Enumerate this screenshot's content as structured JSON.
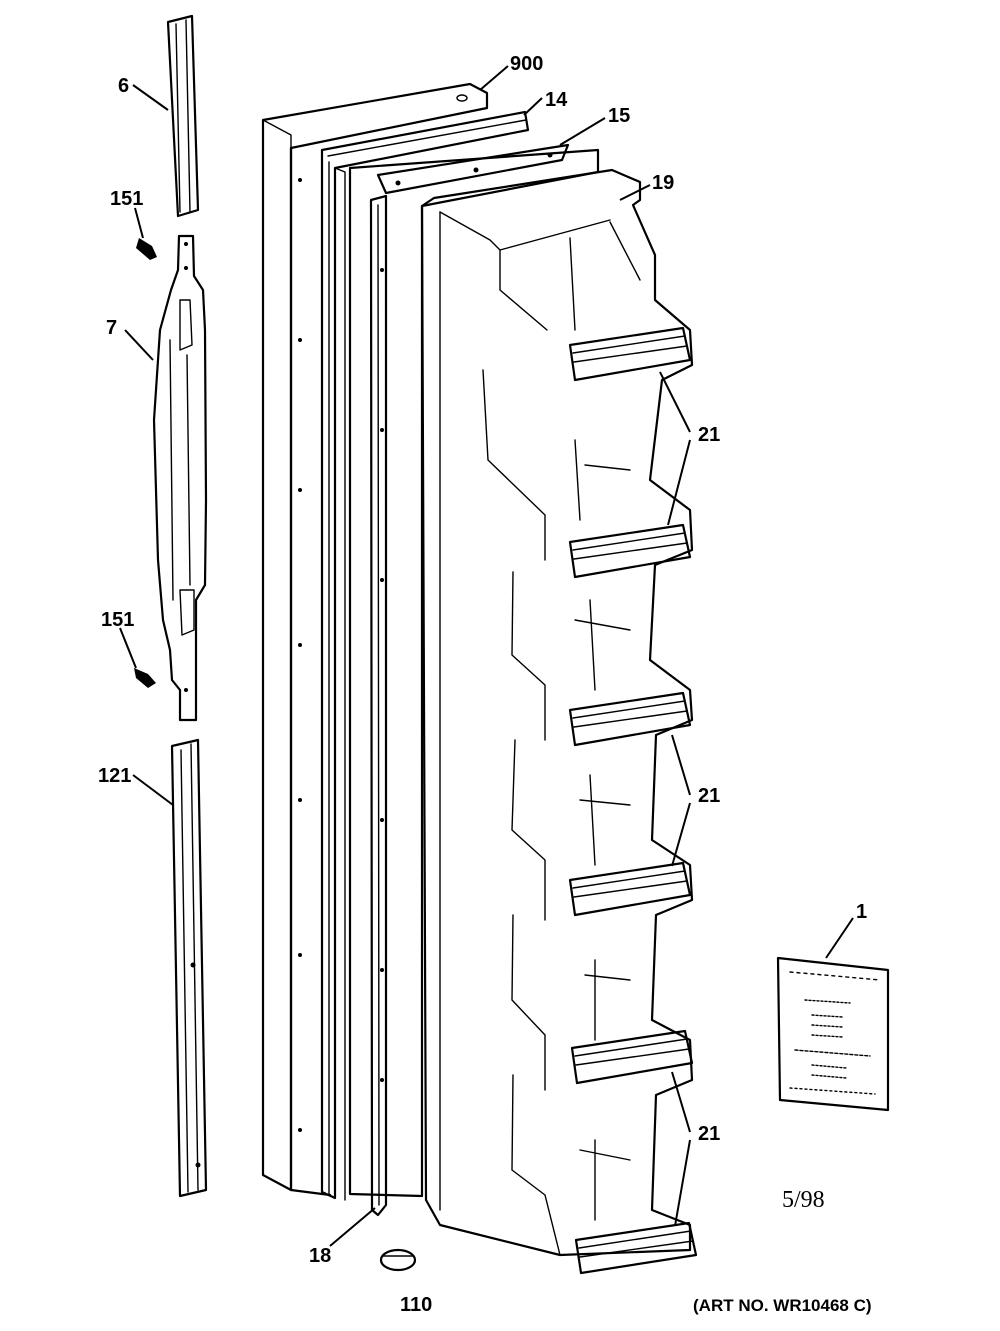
{
  "diagram": {
    "callouts": {
      "c900": "900",
      "c14": "14",
      "c15": "15",
      "c19": "19",
      "c6": "6",
      "c151a": "151",
      "c7": "7",
      "c151b": "151",
      "c121": "121",
      "c21a": "21",
      "c21b": "21",
      "c21c": "21",
      "c1": "1",
      "c18": "18",
      "c110": "110"
    },
    "date_code": "5/98",
    "art_number": "(ART NO. WR10468 C)"
  }
}
